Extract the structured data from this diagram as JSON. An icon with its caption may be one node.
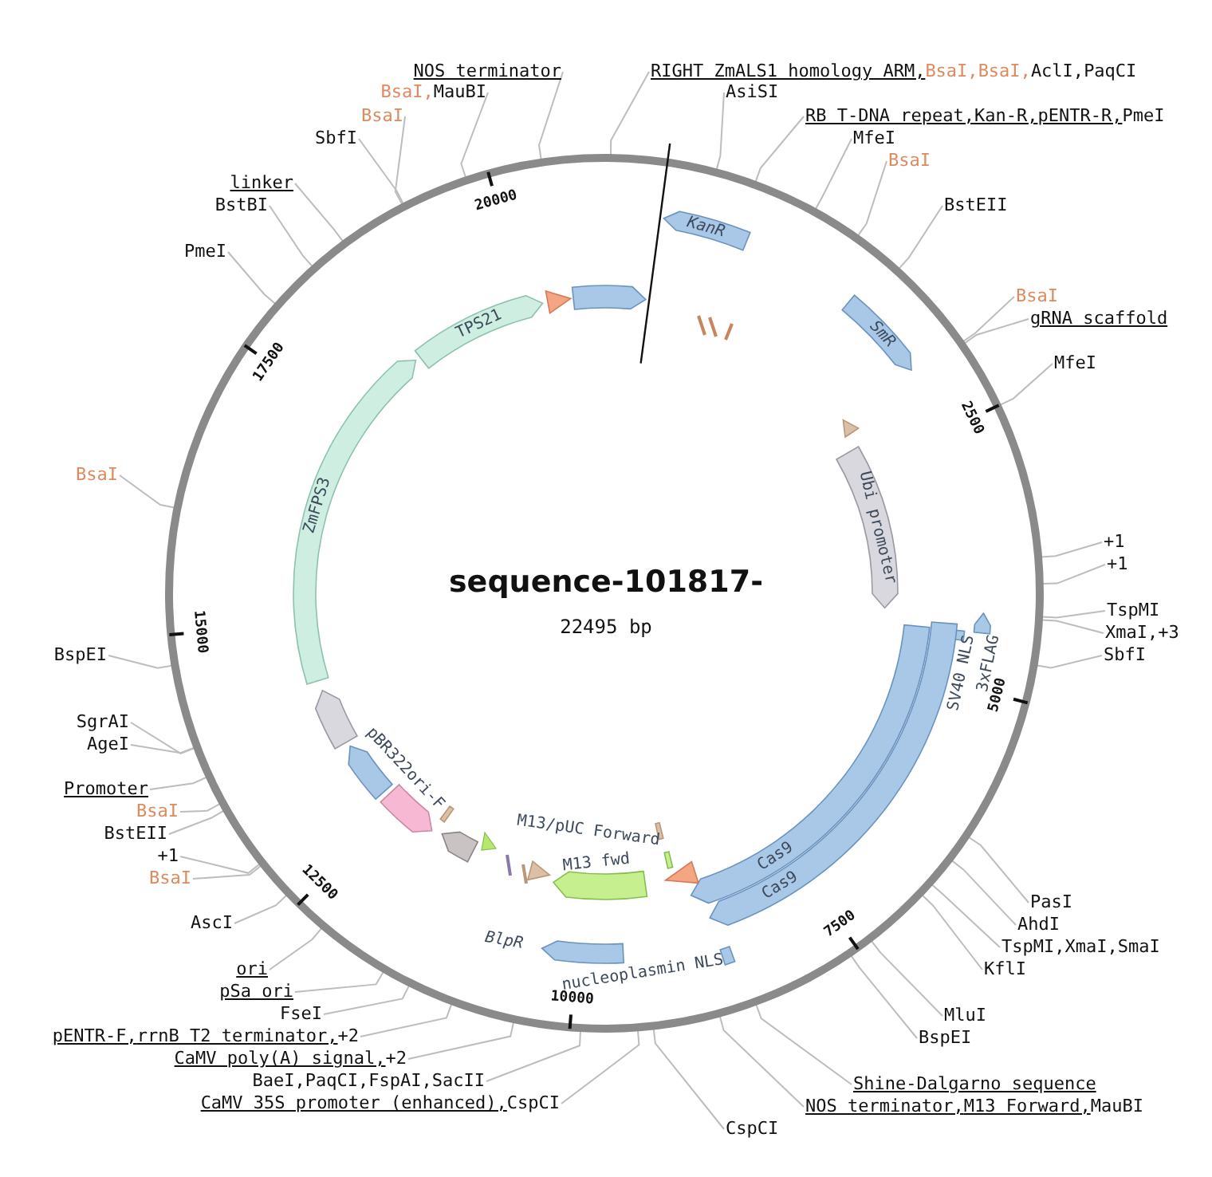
{
  "diagram": {
    "title": "sequence-101817-",
    "nodes": [
      {
        "text": [
          "NOS terminator"
        ]
      },
      {
        "text": [
          "BsaI,",
          "MauBI"
        ]
      },
      {
        "text": [
          "BsaI"
        ]
      },
      {
        "text": [
          "SbfI"
        ]
      },
      {
        "text": [
          "linker"
        ]
      },
      {
        "text": [
          "BstBI"
        ]
      },
      {
        "text": [
          "PmeI"
        ]
      },
      {
        "text": [
          "RIGHT ZmALS1 homology ARM,",
          "BsaI,",
          "BsaI,",
          "AclI,",
          "PaqCI"
        ]
      },
      {
        "text": [
          "AsiSI"
        ]
      },
      {
        "text": [
          "RB T-DNA repeat,",
          "Kan-R,",
          "pENTR-R,",
          "PmeI"
        ]
      },
      {
        "text": [
          "MfeI"
        ]
      },
      {
        "text": [
          "BsaI"
        ]
      },
      {
        "text": [
          "BstEII"
        ]
      },
      {
        "text": [
          "BsaI"
        ]
      },
      {
        "text": [
          "gRNA scaffold"
        ]
      },
      {
        "text": [
          "MfeI"
        ]
      },
      {
        "text": [
          "+1"
        ]
      },
      {
        "text": [
          "+1"
        ]
      },
      {
        "text": [
          "TspMI"
        ]
      },
      {
        "text": [
          "XmaI,",
          "+3"
        ]
      },
      {
        "text": [
          "SbfI"
        ]
      },
      {
        "text": [
          "PasI"
        ]
      },
      {
        "text": [
          "AhdI"
        ]
      },
      {
        "text": [
          "TspMI,",
          "XmaI,",
          "SmaI"
        ]
      },
      {
        "text": [
          "KflI"
        ]
      },
      {
        "text": [
          "MluI"
        ]
      },
      {
        "text": [
          "BspEI"
        ]
      },
      {
        "text": [
          "Shine-Dalgarno sequence"
        ]
      },
      {
        "text": [
          "NOS terminator,",
          "M13 Forward,",
          "MauBI"
        ]
      },
      {
        "text": [
          "CspCI"
        ]
      },
      {
        "text": [
          "CaMV 35S promoter (enhanced),",
          "CspCI"
        ]
      },
      {
        "text": [
          "BaeI,",
          "PaqCI,",
          "FspAI,",
          "SacII"
        ]
      },
      {
        "text": [
          "CaMV poly(A) signal,",
          "+2"
        ]
      },
      {
        "text": [
          "pENTR-F,",
          "rrnB T2 terminator,",
          "+2"
        ]
      },
      {
        "text": [
          "FseI"
        ]
      },
      {
        "text": [
          "pSa ori"
        ]
      },
      {
        "text": [
          "ori"
        ]
      },
      {
        "text": [
          "AscI"
        ]
      },
      {
        "text": [
          "BsaI"
        ]
      },
      {
        "text": [
          "+1"
        ]
      },
      {
        "text": [
          "BstEII"
        ]
      },
      {
        "text": [
          "BsaI"
        ]
      },
      {
        "text": [
          "Promoter"
        ]
      },
      {
        "text": [
          "AgeI"
        ]
      },
      {
        "text": [
          "SgrAI"
        ]
      },
      {
        "text": [
          "BspEI"
        ]
      },
      {
        "text": [
          "BsaI"
        ]
      },
      {
        "text": [
          "TPS21"
        ]
      },
      {
        "text": [
          "ZmFPS3"
        ]
      },
      {
        "text": [
          "KanR"
        ]
      },
      {
        "text": [
          "SmR"
        ]
      },
      {
        "text": [
          "Ubi promoter"
        ]
      },
      {
        "text": [
          "SV40 NLS"
        ]
      },
      {
        "text": [
          "3xFLAG"
        ]
      },
      {
        "text": [
          "Cas9"
        ]
      },
      {
        "text": [
          "Cas9"
        ]
      },
      {
        "text": [
          "pBR322ori-F"
        ]
      },
      {
        "text": [
          "M13/pUC Forward"
        ]
      },
      {
        "text": [
          "M13 fwd"
        ]
      },
      {
        "text": [
          "BlpR"
        ]
      },
      {
        "text": [
          "nucleoplasmin NLS"
        ]
      },
      {
        "text": [],
        "shape": "arrow"
      },
      {
        "text": [],
        "shape": "triangle"
      },
      {
        "text": [],
        "shape": "arrow"
      },
      {
        "text": [],
        "shape": "arrow"
      },
      {
        "text": [],
        "shape": "arrow"
      },
      {
        "text": [],
        "shape": "arrow"
      },
      {
        "text": [],
        "shape": "arrow"
      },
      {
        "text": [],
        "shape": "triangle"
      },
      {
        "text": [],
        "shape": "triangle"
      },
      {
        "text": [],
        "shape": "triangle"
      }
    ],
    "edges": [
      {
        "from": 0,
        "to": null,
        "arrow": "none"
      },
      {
        "from": 1,
        "to": null,
        "arrow": "none"
      },
      {
        "from": 2,
        "to": null,
        "arrow": "none"
      },
      {
        "from": 3,
        "to": null,
        "arrow": "none"
      },
      {
        "from": 4,
        "to": null,
        "arrow": "none"
      },
      {
        "from": 5,
        "to": null,
        "arrow": "none"
      },
      {
        "from": 6,
        "to": null,
        "arrow": "none"
      },
      {
        "from": 7,
        "to": null,
        "arrow": "none"
      },
      {
        "from": 8,
        "to": null,
        "arrow": "none"
      },
      {
        "from": 9,
        "to": null,
        "arrow": "none"
      },
      {
        "from": 10,
        "to": null,
        "arrow": "none"
      },
      {
        "from": 11,
        "to": null,
        "arrow": "none"
      },
      {
        "from": 12,
        "to": null,
        "arrow": "none"
      },
      {
        "from": 13,
        "to": null,
        "arrow": "none"
      },
      {
        "from": 14,
        "to": null,
        "arrow": "none"
      },
      {
        "from": 15,
        "to": null,
        "arrow": "none"
      },
      {
        "from": 16,
        "to": null,
        "arrow": "none"
      },
      {
        "from": 17,
        "to": null,
        "arrow": "none"
      },
      {
        "from": 18,
        "to": null,
        "arrow": "none"
      },
      {
        "from": 19,
        "to": null,
        "arrow": "none"
      },
      {
        "from": 20,
        "to": null,
        "arrow": "none"
      },
      {
        "from": 21,
        "to": null,
        "arrow": "none"
      },
      {
        "from": 22,
        "to": null,
        "arrow": "none"
      },
      {
        "from": 23,
        "to": null,
        "arrow": "none"
      },
      {
        "from": 24,
        "to": null,
        "arrow": "none"
      },
      {
        "from": 25,
        "to": null,
        "arrow": "none"
      },
      {
        "from": 26,
        "to": null,
        "arrow": "none"
      },
      {
        "from": 27,
        "to": null,
        "arrow": "none"
      },
      {
        "from": 28,
        "to": null,
        "arrow": "none"
      },
      {
        "from": 29,
        "to": null,
        "arrow": "none"
      },
      {
        "from": 30,
        "to": null,
        "arrow": "none"
      },
      {
        "from": 31,
        "to": null,
        "arrow": "none"
      },
      {
        "from": 32,
        "to": null,
        "arrow": "none"
      },
      {
        "from": 33,
        "to": null,
        "arrow": "none"
      },
      {
        "from": 34,
        "to": null,
        "arrow": "none"
      },
      {
        "from": 35,
        "to": null,
        "arrow": "none"
      },
      {
        "from": 36,
        "to": null,
        "arrow": "none"
      },
      {
        "from": 37,
        "to": null,
        "arrow": "none"
      },
      {
        "from": 38,
        "to": null,
        "arrow": "none"
      },
      {
        "from": 39,
        "to": null,
        "arrow": "none"
      },
      {
        "from": 40,
        "to": null,
        "arrow": "none"
      },
      {
        "from": 41,
        "to": null,
        "arrow": "none"
      },
      {
        "from": 42,
        "to": null,
        "arrow": "none"
      },
      {
        "from": 43,
        "to": null,
        "arrow": "none"
      },
      {
        "from": 44,
        "to": null,
        "arrow": "none"
      },
      {
        "from": 45,
        "to": null,
        "arrow": "none"
      },
      {
        "from": 46,
        "to": null,
        "arrow": "none"
      }
    ],
    "labels": [
      "22495 bp",
      "2500",
      "5000",
      "7500",
      "10000",
      "12500",
      "15000",
      "17500",
      "20000"
    ]
  }
}
